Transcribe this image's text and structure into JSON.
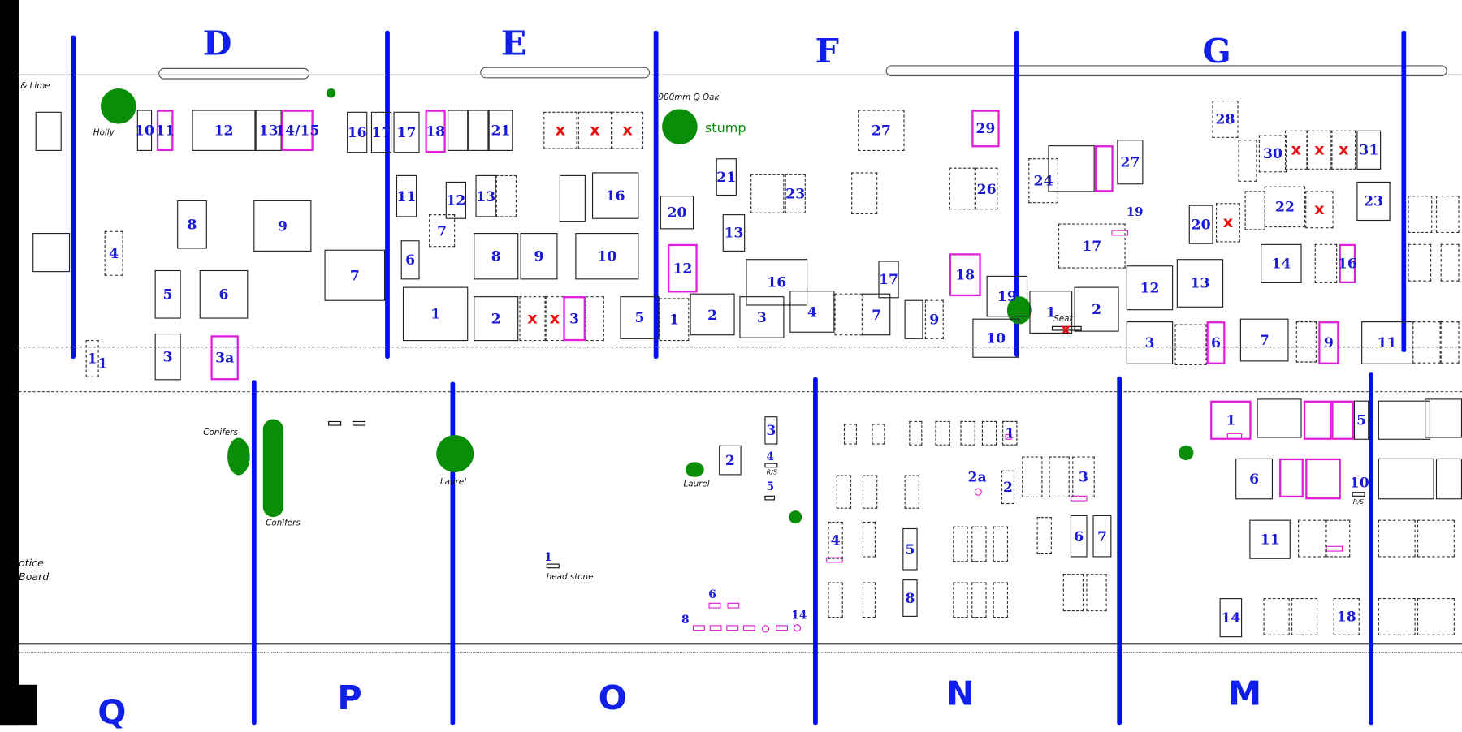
{
  "sections_top": [
    "D",
    "E",
    "F",
    "G"
  ],
  "sections_bottom": [
    "Q",
    "P",
    "O",
    "N",
    "M"
  ],
  "plots": [
    "",
    "10",
    "11",
    "12",
    "13",
    "14/15",
    "8",
    "9",
    "",
    "4",
    "5",
    "6",
    "3",
    "3a",
    "1",
    "7",
    "16",
    "17",
    "17",
    "18",
    "",
    "",
    "21",
    "x",
    "x",
    "x",
    "11",
    "12",
    "13",
    "",
    "",
    "16",
    "7",
    "6",
    "8",
    "9",
    "10",
    "1",
    "2",
    "x",
    "x",
    "3",
    "",
    "5",
    "1",
    "2",
    "3",
    "4",
    "",
    "7",
    "",
    "9",
    "20",
    "21",
    "",
    "23",
    "12",
    "13",
    "16",
    "17",
    "",
    "27",
    "",
    "26",
    "29",
    "18",
    "19",
    "10",
    "24",
    "",
    "",
    "27",
    "17",
    "1",
    "2",
    "12",
    "13",
    "3",
    "",
    "6",
    "7",
    "",
    "9",
    "11",
    "28",
    "",
    "30",
    "x",
    "x",
    "x",
    "31",
    "20",
    "x",
    "",
    "22",
    "x",
    "23",
    "",
    "",
    "14",
    "",
    "16",
    "",
    "",
    "",
    "",
    "3",
    "2",
    "",
    "",
    "",
    "",
    "",
    "",
    "1",
    "",
    "",
    "",
    "2",
    "",
    "",
    "3",
    "4",
    "",
    "5",
    "",
    "",
    "",
    "",
    "6",
    "7",
    "",
    "",
    "8",
    "",
    "",
    "",
    "",
    "",
    "1",
    "",
    "",
    "",
    "5",
    "6",
    "",
    "",
    "11",
    "",
    "",
    "14",
    "",
    "",
    "18",
    "",
    "",
    "",
    "",
    "",
    "",
    "",
    ""
  ],
  "labels": {
    "o_4": "4",
    "o_5": "5",
    "o_1": "1",
    "o_6": "6",
    "o_8": "8",
    "o_14": "14",
    "n_2a": "2a",
    "m_10": "10",
    "g_19": "19",
    "d_1": "1"
  },
  "annotations": {
    "lime": "& Lime",
    "holly": "Holly",
    "oak": "900mm Q Oak",
    "stump": "stump",
    "conifers_1": "Conifers",
    "conifers_2": "Conifers",
    "laurel_1": "Laurel",
    "laurel_2": "Laurel",
    "head_stone": "head stone",
    "rs_1": "R/S",
    "rs_2": "R/S",
    "seat": "Seat",
    "notice": "otice",
    "board": "Board"
  },
  "colors": {
    "section_line": "#0010f0",
    "marked_plot": "#e020d8",
    "removed": "#ee1010",
    "tree": "#0a8e0a"
  }
}
